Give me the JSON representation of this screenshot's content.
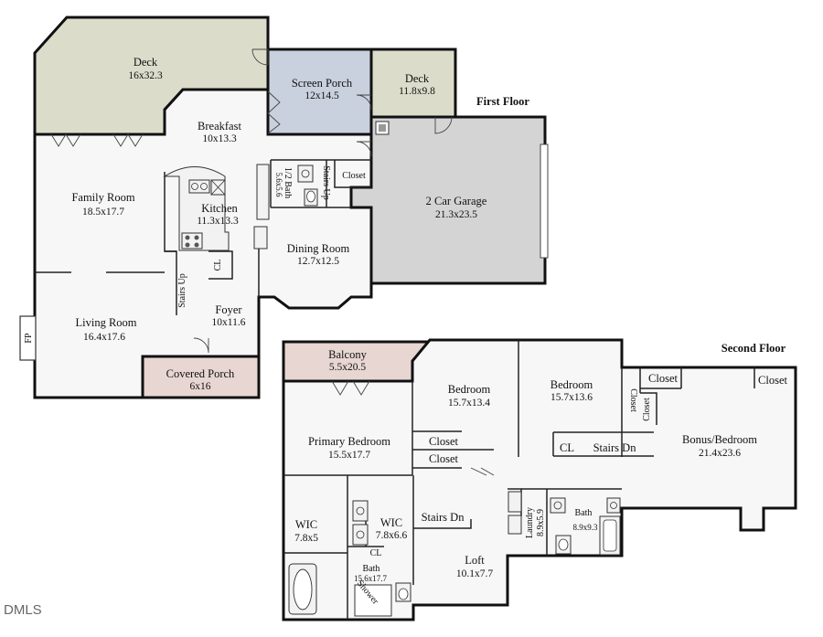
{
  "floors": {
    "first": "First Floor",
    "second": "Second Floor"
  },
  "rooms": {
    "deck_large": {
      "name": "Deck",
      "dim": "16x32.3"
    },
    "screen_porch": {
      "name": "Screen Porch",
      "dim": "12x14.5"
    },
    "deck_small": {
      "name": "Deck",
      "dim": "11.8x9.8"
    },
    "breakfast": {
      "name": "Breakfast",
      "dim": "10x13.3"
    },
    "family_room": {
      "name": "Family Room",
      "dim": "18.5x17.7"
    },
    "kitchen": {
      "name": "Kitchen",
      "dim": "11.3x13.3"
    },
    "half_bath": {
      "name": "1/2 Bath",
      "dim": "5.6x5.6"
    },
    "stairs_up_1": "Stairs Up",
    "closet_1": "Closet",
    "garage": {
      "name": "2 Car Garage",
      "dim": "21.3x23.5"
    },
    "dining_room": {
      "name": "Dining Room",
      "dim": "12.7x12.5"
    },
    "cl_1": "CL",
    "stairs_up_2": "Stairs Up",
    "foyer": {
      "name": "Foyer",
      "dim": "10x11.6"
    },
    "living_room": {
      "name": "Living Room",
      "dim": "16.4x17.6"
    },
    "fireplace": "FP",
    "covered_porch": {
      "name": "Covered Porch",
      "dim": "6x16"
    },
    "balcony": {
      "name": "Balcony",
      "dim": "5.5x20.5"
    },
    "bedroom_a": {
      "name": "Bedroom",
      "dim": "15.7x13.4"
    },
    "bedroom_b": {
      "name": "Bedroom",
      "dim": "15.7x13.6"
    },
    "closet_bonus_1": "Closet",
    "closet_bonus_2": "Closet",
    "closet_bonus_3": "Closet",
    "closet_bonus_4": "Closet",
    "bonus_bedroom": {
      "name": "Bonus/Bedroom",
      "dim": "21.4x23.6"
    },
    "primary_bedroom": {
      "name": "Primary Bedroom",
      "dim": "15.5x17.7"
    },
    "closet_2a": "Closet",
    "closet_2b": "Closet",
    "cl_2": "CL",
    "stairs_dn_1": "Stairs Dn",
    "wic_1": {
      "name": "WIC",
      "dim": "7.8x5"
    },
    "wic_2": {
      "name": "WIC",
      "dim": "7.8x6.6"
    },
    "cl_3": "CL",
    "stairs_dn_2": "Stairs Dn",
    "laundry": {
      "name": "Laundry",
      "dim": "8.9x5.9"
    },
    "bath_2": {
      "name": "Bath",
      "dim": "8.9x9.3"
    },
    "loft": {
      "name": "Loft",
      "dim": "10.1x7.7"
    },
    "primary_bath": {
      "name": "Bath",
      "dim": "15.6x17.7"
    },
    "shower": "Shower"
  },
  "colors": {
    "deck": "#dcdccb",
    "screen_porch": "#c9d1de",
    "garage": "#d4d4d4",
    "porch": "#e7d6d1",
    "room": "#f7f7f7"
  },
  "watermark": "DMLS"
}
